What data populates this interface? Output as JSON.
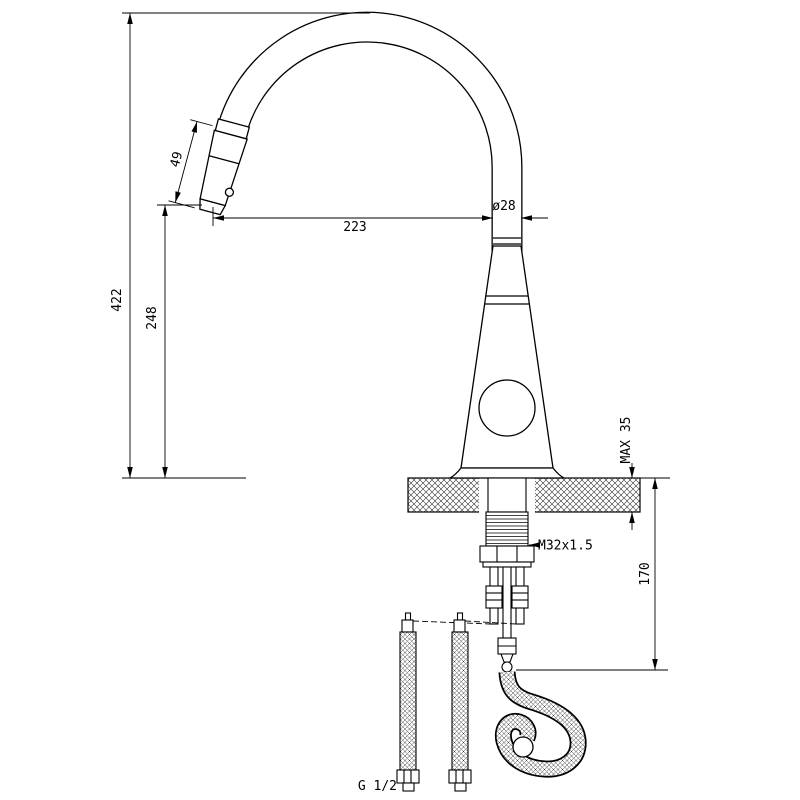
{
  "colors": {
    "line": "#000000",
    "background": "#ffffff"
  },
  "dimensions": {
    "total_height": "422",
    "spout_outlet_height": "248",
    "spout_reach": "223",
    "spout_tube_diameter": "ø28",
    "spray_head_length": "49",
    "max_deck_thickness": "MAX 35",
    "mounting_thread": "M32x1.5",
    "under_deck_length": "170",
    "hose_thread": "G 1/2"
  }
}
